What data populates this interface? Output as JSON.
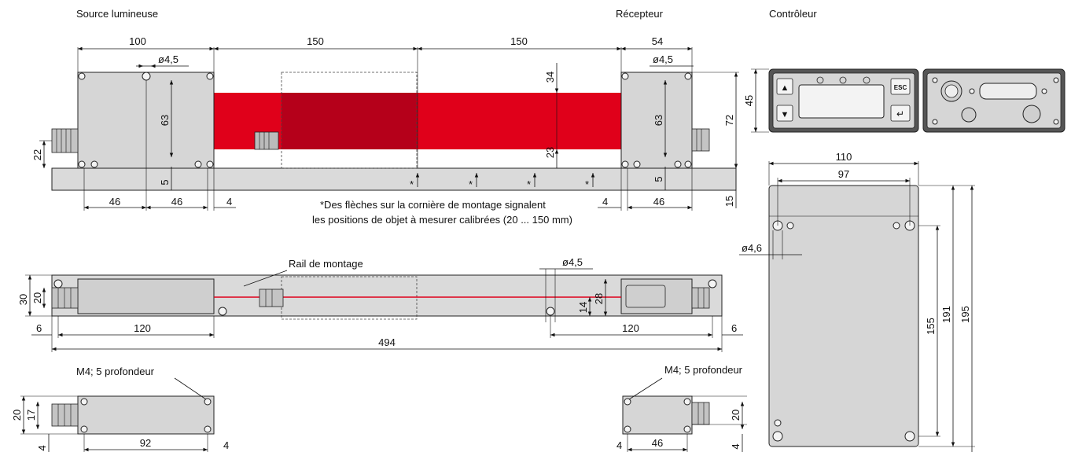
{
  "titles": {
    "source": "Source lumineuse",
    "receiver": "Récepteur",
    "controller": "Contrôleur"
  },
  "colors": {
    "beam": "#e0001a",
    "beam_dark": "#b5001a",
    "housing": "#d6d6d6"
  },
  "front_view": {
    "dim_100": "100",
    "dim_150_a": "150",
    "dim_150_b": "150",
    "dim_54": "54",
    "dim_hole_src": "ø4,5",
    "dim_hole_rcv": "ø4,5",
    "dim_63_src": "63",
    "dim_63_rcv": "63",
    "dim_34": "34",
    "dim_23": "23",
    "dim_72": "72",
    "dim_22": "22",
    "dim_5_src": "5",
    "dim_5_rcv": "5",
    "dim_15": "15",
    "dim_46_a": "46",
    "dim_46_b": "46",
    "dim_4_a": "4",
    "dim_4_b": "4",
    "dim_46_c": "46",
    "note_line1": "*Des flèches sur la cornière de montage signalent",
    "note_line2": "les positions de objet à mesurer calibrées (20 ... 150 mm)",
    "star": "*"
  },
  "top_view": {
    "rail_label": "Rail de montage",
    "dim_hole": "ø4,5",
    "dim_30": "30",
    "dim_20": "20",
    "dim_28": "28",
    "dim_14": "14",
    "dim_6_a": "6",
    "dim_120_a": "120",
    "dim_120_b": "120",
    "dim_6_b": "6",
    "dim_494": "494"
  },
  "bottom_views": {
    "thread_left": "M4; 5 profondeur",
    "thread_right": "M4; 5 profondeur",
    "dim_20_l": "20",
    "dim_17": "17",
    "dim_4_l": "4",
    "dim_92": "92",
    "dim_4_l2": "4",
    "dim_4_r": "4",
    "dim_46_r": "46",
    "dim_20_r": "20",
    "dim_4_r2": "4"
  },
  "controller": {
    "dim_45": "45",
    "dim_110": "110",
    "dim_97": "97",
    "dim_hole": "ø4,6",
    "dim_155": "155",
    "dim_191": "191",
    "dim_195": "195",
    "key_esc": "ESC",
    "key_up": "▲",
    "key_down": "▼",
    "key_enter": "↵"
  }
}
